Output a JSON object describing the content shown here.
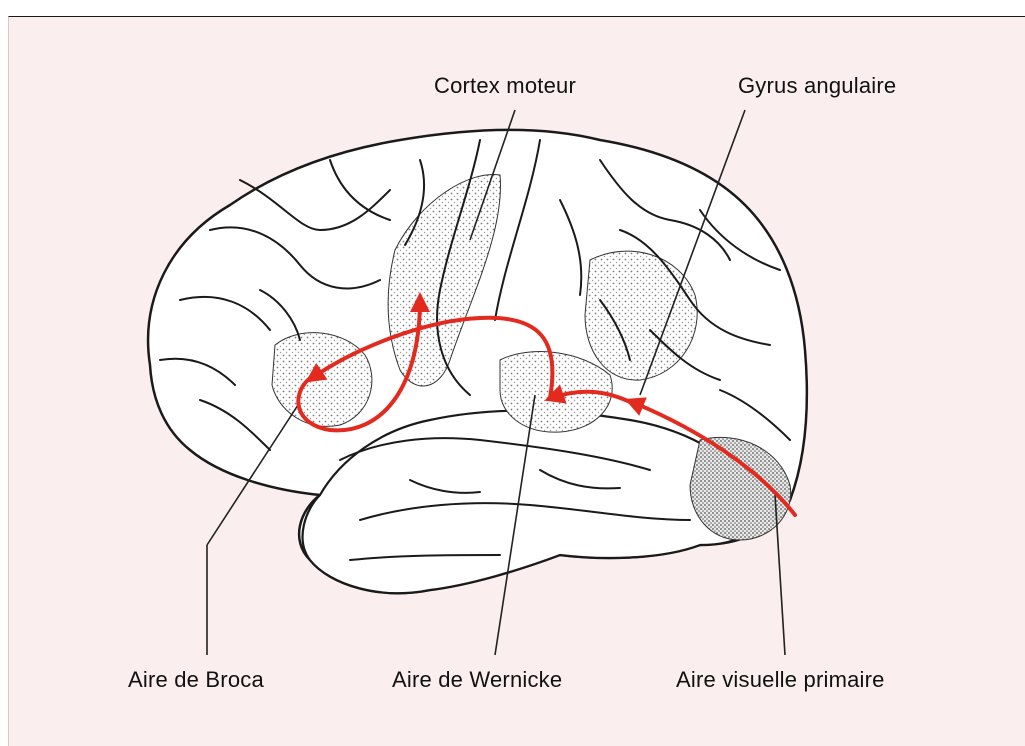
{
  "labels": {
    "motor_cortex": "Cortex moteur",
    "angular_gyrus": "Gyrus angulaire",
    "broca": "Aire de Broca",
    "wernicke": "Aire de Wernicke",
    "primary_visual": "Aire visuelle primaire"
  },
  "colors": {
    "background": "#fbeeee",
    "pathway": "#e32a1f",
    "ink": "#111111"
  }
}
